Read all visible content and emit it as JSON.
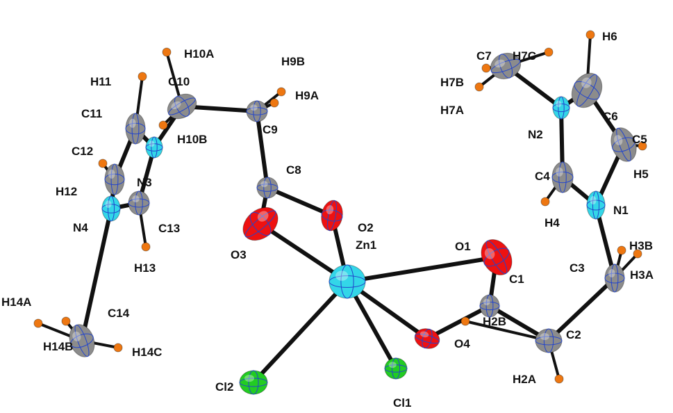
{
  "title": "Molecular structure (ORTEP) of Zn complex",
  "element_colors": {
    "Zn": "#33d6e8",
    "Cl": "#22cc22",
    "O": "#ee1111",
    "N": "#33d6e8",
    "C": "#8c8c8c",
    "H": "#ee7711"
  },
  "atoms": [
    {
      "label": "Zn1",
      "el": "Zn"
    },
    {
      "label": "Cl1",
      "el": "Cl"
    },
    {
      "label": "Cl2",
      "el": "Cl"
    },
    {
      "label": "O1",
      "el": "O"
    },
    {
      "label": "O2",
      "el": "O"
    },
    {
      "label": "O3",
      "el": "O"
    },
    {
      "label": "O4",
      "el": "O"
    },
    {
      "label": "C1",
      "el": "C"
    },
    {
      "label": "C2",
      "el": "C"
    },
    {
      "label": "C3",
      "el": "C"
    },
    {
      "label": "N1",
      "el": "N"
    },
    {
      "label": "C4",
      "el": "C"
    },
    {
      "label": "C5",
      "el": "C"
    },
    {
      "label": "C6",
      "el": "C"
    },
    {
      "label": "N2",
      "el": "N"
    },
    {
      "label": "C7",
      "el": "C"
    },
    {
      "label": "C8",
      "el": "C"
    },
    {
      "label": "C9",
      "el": "C"
    },
    {
      "label": "C10",
      "el": "C"
    },
    {
      "label": "N3",
      "el": "N"
    },
    {
      "label": "C11",
      "el": "C"
    },
    {
      "label": "C12",
      "el": "C"
    },
    {
      "label": "N4",
      "el": "N"
    },
    {
      "label": "C13",
      "el": "C"
    },
    {
      "label": "C14",
      "el": "C"
    },
    {
      "label": "H10A",
      "el": "H"
    },
    {
      "label": "H10B",
      "el": "H"
    },
    {
      "label": "H11",
      "el": "H"
    },
    {
      "label": "H9B",
      "el": "H"
    },
    {
      "label": "H9A",
      "el": "H"
    },
    {
      "label": "H12",
      "el": "H"
    },
    {
      "label": "H13",
      "el": "H"
    },
    {
      "label": "H14A",
      "el": "H"
    },
    {
      "label": "H14B",
      "el": "H"
    },
    {
      "label": "H14C",
      "el": "H"
    },
    {
      "label": "H7A",
      "el": "H"
    },
    {
      "label": "H7B",
      "el": "H"
    },
    {
      "label": "H7C",
      "el": "H"
    },
    {
      "label": "H6",
      "el": "H"
    },
    {
      "label": "H5",
      "el": "H"
    },
    {
      "label": "H4",
      "el": "H"
    },
    {
      "label": "H3A",
      "el": "H"
    },
    {
      "label": "H3B",
      "el": "H"
    },
    {
      "label": "H2A",
      "el": "H"
    },
    {
      "label": "H2B",
      "el": "H"
    }
  ],
  "bonds": [
    [
      "Zn1",
      "Cl1"
    ],
    [
      "Zn1",
      "Cl2"
    ],
    [
      "Zn1",
      "O1"
    ],
    [
      "Zn1",
      "O2"
    ],
    [
      "Zn1",
      "O3"
    ],
    [
      "Zn1",
      "O4"
    ],
    [
      "O1",
      "C1"
    ],
    [
      "O4",
      "C1"
    ],
    [
      "C1",
      "C2"
    ],
    [
      "C2",
      "C3"
    ],
    [
      "C3",
      "N1"
    ],
    [
      "N1",
      "C4"
    ],
    [
      "N1",
      "C5"
    ],
    [
      "C5",
      "C6"
    ],
    [
      "C6",
      "N2"
    ],
    [
      "N2",
      "C4"
    ],
    [
      "N2",
      "C7"
    ],
    [
      "O2",
      "C8"
    ],
    [
      "O3",
      "C8"
    ],
    [
      "C8",
      "C9"
    ],
    [
      "C9",
      "C10"
    ],
    [
      "C10",
      "N3"
    ],
    [
      "N3",
      "C11"
    ],
    [
      "N3",
      "C13"
    ],
    [
      "C11",
      "C12"
    ],
    [
      "C12",
      "N4"
    ],
    [
      "N4",
      "C13"
    ],
    [
      "N4",
      "C14"
    ],
    [
      "C10",
      "H10A"
    ],
    [
      "C10",
      "H10B"
    ],
    [
      "C11",
      "H11"
    ],
    [
      "C9",
      "H9B"
    ],
    [
      "C9",
      "H9A"
    ],
    [
      "C12",
      "H12"
    ],
    [
      "C13",
      "H13"
    ],
    [
      "C14",
      "H14A"
    ],
    [
      "C14",
      "H14B"
    ],
    [
      "C14",
      "H14C"
    ],
    [
      "C7",
      "H7A"
    ],
    [
      "C7",
      "H7B"
    ],
    [
      "C7",
      "H7C"
    ],
    [
      "C6",
      "H6"
    ],
    [
      "C5",
      "H5"
    ],
    [
      "C4",
      "H4"
    ],
    [
      "C3",
      "H3A"
    ],
    [
      "C3",
      "H3B"
    ],
    [
      "C2",
      "H2A"
    ],
    [
      "C2",
      "H2B"
    ]
  ]
}
